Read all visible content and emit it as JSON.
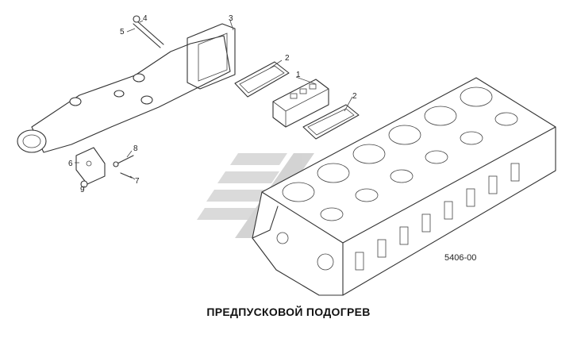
{
  "title": "ПРЕДПУСКОВОЙ ПОДОГРЕВ",
  "drawing_code": "5406-00",
  "callouts": [
    "1",
    "2",
    "2",
    "3",
    "4",
    "5",
    "6",
    "7",
    "8",
    "9"
  ],
  "watermark": {
    "colors": [
      "#d9d9d9",
      "#c8c8c8"
    ]
  }
}
